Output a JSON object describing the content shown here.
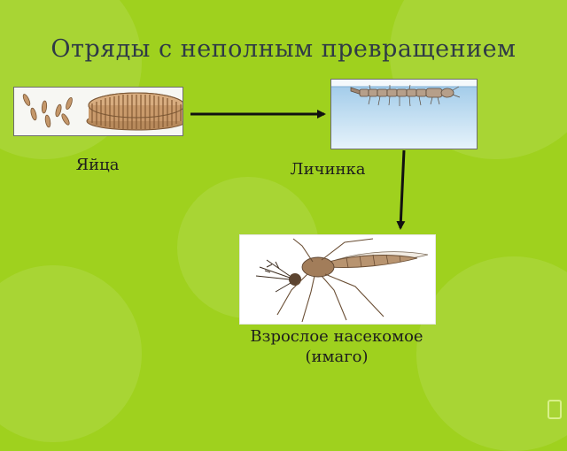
{
  "slide": {
    "title": "Отряды с неполным превращением",
    "colors": {
      "background": "#9fd11e",
      "title": "#2f3a46",
      "arrow": "#111111",
      "caption": "#1d1d1d"
    }
  },
  "stages": {
    "eggs": {
      "label": "Яйца",
      "illustration": "mosquito-eggs-and-egg-raft"
    },
    "larva": {
      "label": "Личинка",
      "illustration": "mosquito-larva-at-water-surface"
    },
    "adult": {
      "label_line1": "Взрослое насекомое",
      "label_line2": "(имаго)",
      "illustration": "adult-mosquito"
    }
  },
  "icons": {
    "nav": "slide-nav-icon"
  }
}
